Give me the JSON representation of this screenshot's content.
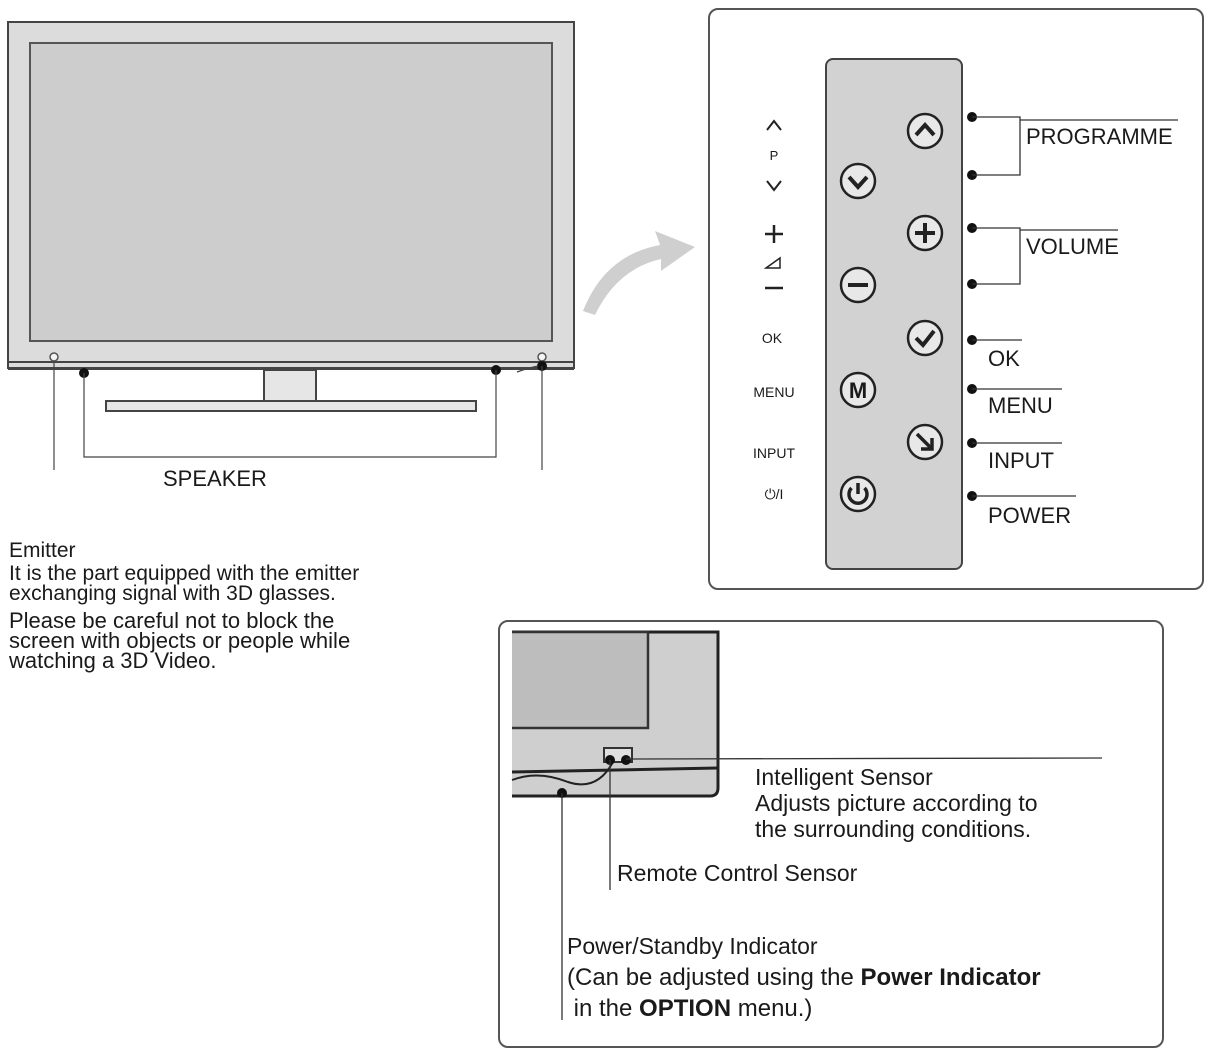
{
  "tv_front": {
    "speaker_label": "SPEAKER",
    "emitter": {
      "title": "Emitter",
      "line1": "It is the part equipped with the emitter",
      "line2": "exchanging signal with 3D glasses.",
      "line3": "Please be careful not to block the",
      "line4": "screen with objects or people while",
      "line5": "watching a 3D Video."
    }
  },
  "control_panel": {
    "side_labels": {
      "p_up": "^",
      "p": "P",
      "p_down": "v",
      "vol_plus": "+",
      "vol_minus": "−",
      "ok": "OK",
      "menu": "MENU",
      "input": "INPUT",
      "power": "⏻/I"
    },
    "callouts": {
      "programme": "PROGRAMME",
      "volume": "VOLUME",
      "ok": "OK",
      "menu": "MENU",
      "input": "INPUT",
      "power": "POWER"
    },
    "buttons": {
      "prog_up": "chevron-up-icon",
      "prog_down": "chevron-down-icon",
      "vol_up": "plus-icon",
      "vol_down": "minus-icon",
      "ok": "check-icon",
      "menu": "M",
      "input": "arrow-down-right-icon",
      "power": "power-icon"
    }
  },
  "sensor_detail": {
    "intelligent_sensor": {
      "title": "Intelligent Sensor",
      "line1": "Adjusts picture according to",
      "line2": "the surrounding conditions."
    },
    "remote_sensor": "Remote Control Sensor",
    "power_indicator": {
      "title": "Power/Standby Indicator",
      "line1_pre": "(Can be adjusted using the ",
      "line1_bold": "Power Indicator",
      "line2_pre": " in the ",
      "line2_bold": "OPTION",
      "line2_post": " menu.)"
    }
  }
}
